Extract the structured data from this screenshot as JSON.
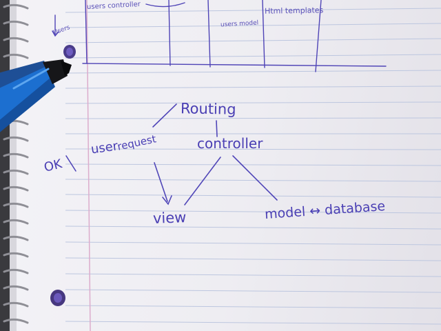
{
  "notes": {
    "table_header": {
      "users_controller": "users controller",
      "users": "Users",
      "users_model": "users model",
      "html_templates": "Html templates"
    },
    "diagram": {
      "routing": "Routing",
      "user": "user",
      "request": "request",
      "controller": "controller",
      "view": "view",
      "model_database": "model ↔ database",
      "ok": "OK"
    }
  },
  "colors": {
    "ink": "#4a3fb4",
    "paper": "#f1f0f5",
    "rule_line": "#b9c4df",
    "margin_line": "#d9a5c9",
    "pen_body": "#1c6fd0"
  }
}
